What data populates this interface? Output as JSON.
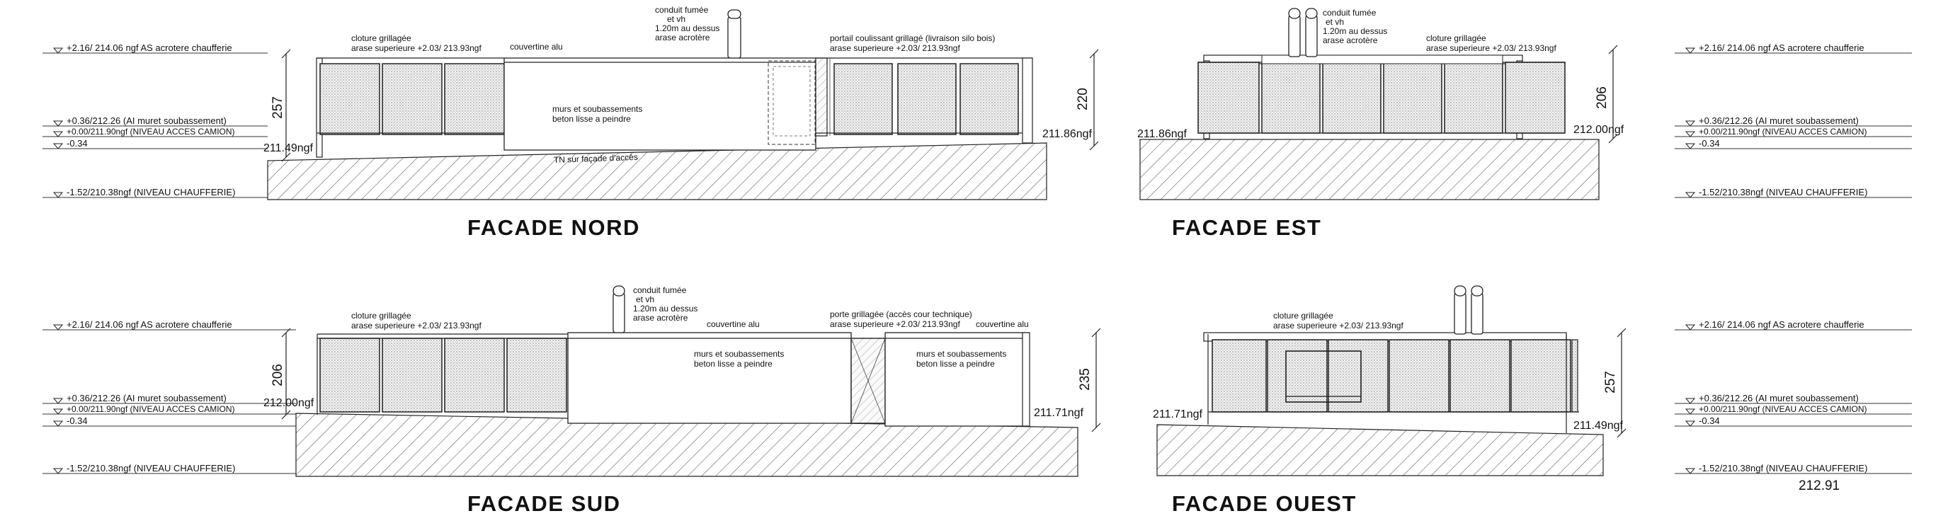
{
  "levels": [
    "+2.16/ 214.06 ngf AS acrotere chaufferie",
    "+0.36/212.26 (AI muret soubassement)",
    "+0.00/211.90ngf (NIVEAU ACCES CAMION)",
    "-0.34",
    "-1.52/210.38ngf (NIVEAU CHAUFFERIE)"
  ],
  "nord": {
    "title": "FACADE NORD",
    "dim_left": "257",
    "dim_right": "220",
    "ngf_left": "211.49ngf",
    "ngf_right": "211.86ngf",
    "cloture": [
      "cloture grillagée",
      "arase superieure +2.03/ 213.93ngf"
    ],
    "couvertine": "couvertine alu",
    "conduit": [
      "conduit fumée",
      "et vh",
      "1.20m au dessus",
      "arase acrotère"
    ],
    "portail": [
      "portail coulissant grillagé (livraison silo bois)",
      "arase superieure +2.03/ 213.93ngf"
    ],
    "murs": [
      "murs et soubassements",
      "beton lisse a peindre"
    ],
    "tn": "TN sur façade d'accès"
  },
  "est": {
    "title": "FACADE EST",
    "dim": "206",
    "ngf_left": "211.86ngf",
    "ngf_right": "212.00ngf",
    "conduit": [
      "conduit fumée",
      "et vh",
      "1.20m au dessus",
      "arase acrotère"
    ],
    "cloture": [
      "cloture grillagée",
      "arase superieure +2.03/ 213.93ngf"
    ]
  },
  "sud": {
    "title": "FACADE SUD",
    "dim_left": "206",
    "dim_right": "235",
    "ngf_left": "212.00ngf",
    "ngf_right": "211.71ngf",
    "cloture": [
      "cloture grillagée",
      "arase superieure +2.03/ 213.93ngf"
    ],
    "conduit": [
      "conduit fumée",
      "et vh",
      "1.20m au dessus",
      "arase acrotère"
    ],
    "couvertine1": "couvertine alu",
    "couvertine2": "couvertine alu",
    "porte": [
      "porte grillagée (accès cour technique)",
      "arase superieure +2.03/ 213.93ngf"
    ],
    "murs1": [
      "murs et soubassements",
      "beton lisse a peindre"
    ],
    "murs2": [
      "murs et soubassements",
      "beton lisse a peindre"
    ]
  },
  "ouest": {
    "title": "FACADE OUEST",
    "dim": "257",
    "ngf_left": "211.71ngf",
    "ngf_right": "211.49ngf",
    "cloture": [
      "cloture grillagée",
      "arase superieure +2.03/ 213.93ngf"
    ],
    "bottom_value": "212.91"
  }
}
